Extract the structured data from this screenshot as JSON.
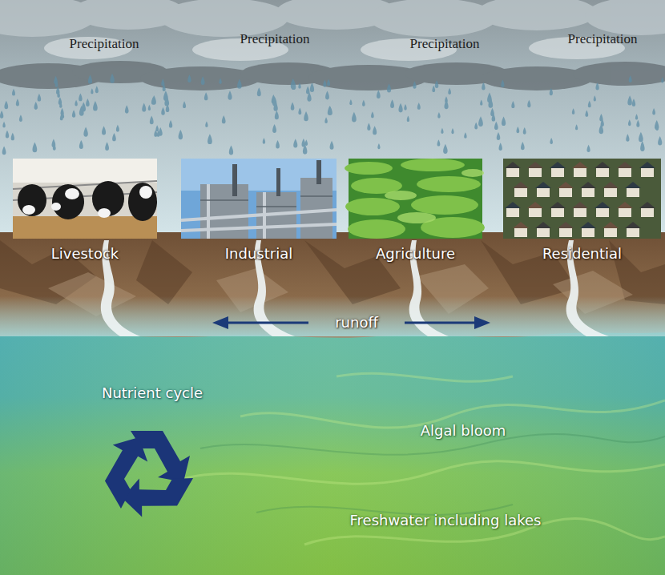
{
  "diagram": {
    "nodes": [
      {
        "text": [
          "Livestock"
        ]
      },
      {
        "text": [
          "Industrial"
        ]
      },
      {
        "text": [
          "Agriculture"
        ]
      },
      {
        "text": [
          "Residential"
        ]
      }
    ],
    "labels": [
      "Precipitation",
      "Precipitation",
      "Precipitation",
      "Precipitation",
      "runoff",
      "Nutrient cycle",
      "Algal bloom",
      "Freshwater including lakes"
    ]
  }
}
